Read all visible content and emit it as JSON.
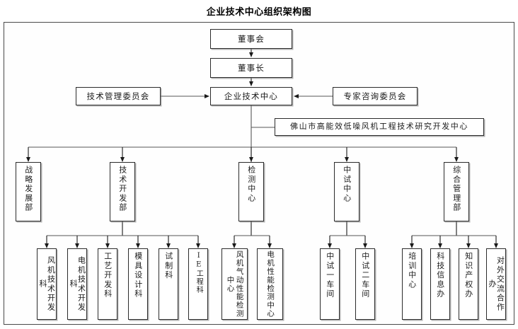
{
  "title": "企业技术中心组织架构图",
  "colors": {
    "node_border": "#2b2b2b",
    "node_fill": "#ffffff",
    "edge": "#555555",
    "frame": "#4a4a4a",
    "text": "#1a1a1a"
  },
  "chart_data": {
    "type": "diagram",
    "title": "企业技术中心组织架构图",
    "layout": "top-down organizational tree",
    "levels": 4,
    "nodes": [
      {
        "id": "board",
        "label": "董事会",
        "level": 0,
        "orientation": "horizontal"
      },
      {
        "id": "chairman",
        "label": "董事长",
        "level": 1,
        "orientation": "horizontal"
      },
      {
        "id": "center",
        "label": "企业技术中心",
        "level": 2,
        "orientation": "horizontal"
      },
      {
        "id": "tech_cmte",
        "label": "技术管理委员会",
        "level": 2,
        "orientation": "horizontal"
      },
      {
        "id": "expert_cmte",
        "label": "专家咨询委员会",
        "level": 2,
        "orientation": "horizontal"
      },
      {
        "id": "foshan_rd",
        "label": "佛山市高能效低噪风机工程技术研究开发中心",
        "level": 2,
        "orientation": "horizontal"
      },
      {
        "id": "strategy",
        "label": "战略发展部",
        "level": 3,
        "orientation": "vertical"
      },
      {
        "id": "rnd",
        "label": "技术开发部",
        "level": 3,
        "orientation": "vertical"
      },
      {
        "id": "testing",
        "label": "检测中心",
        "level": 3,
        "orientation": "vertical"
      },
      {
        "id": "pilot",
        "label": "中试中心",
        "level": 3,
        "orientation": "vertical"
      },
      {
        "id": "admin",
        "label": "综合管理部",
        "level": 3,
        "orientation": "vertical"
      },
      {
        "id": "fan_rd",
        "label": "风机技术开发科",
        "level": 4,
        "orientation": "vertical"
      },
      {
        "id": "motor_rd",
        "label": "电机技术开发科",
        "level": 4,
        "orientation": "vertical"
      },
      {
        "id": "process_rd",
        "label": "工艺开发科",
        "level": 4,
        "orientation": "vertical"
      },
      {
        "id": "mold_design",
        "label": "模具设计科",
        "level": 4,
        "orientation": "vertical"
      },
      {
        "id": "prototype",
        "label": "试制科",
        "level": 4,
        "orientation": "vertical"
      },
      {
        "id": "ie_eng",
        "label": "IE工程科",
        "level": 4,
        "orientation": "vertical"
      },
      {
        "id": "fan_aero",
        "label": "风机气动性能检测中心",
        "level": 4,
        "orientation": "vertical-2col"
      },
      {
        "id": "motor_perf",
        "label": "电机性能检测中心",
        "level": 4,
        "orientation": "vertical-2col"
      },
      {
        "id": "pilot_ws1",
        "label": "中试一车间",
        "level": 4,
        "orientation": "vertical"
      },
      {
        "id": "pilot_ws2",
        "label": "中试二车间",
        "level": 4,
        "orientation": "vertical"
      },
      {
        "id": "training",
        "label": "培训中心",
        "level": 4,
        "orientation": "vertical"
      },
      {
        "id": "sci_info",
        "label": "科技信息办",
        "level": 4,
        "orientation": "vertical"
      },
      {
        "id": "ip_office",
        "label": "知识产权办",
        "level": 4,
        "orientation": "vertical"
      },
      {
        "id": "external",
        "label": "对外交流合作办",
        "level": 4,
        "orientation": "vertical"
      }
    ],
    "edges": [
      {
        "from": "board",
        "to": "chairman",
        "style": "arrow-down"
      },
      {
        "from": "chairman",
        "to": "center",
        "style": "arrow-down"
      },
      {
        "from": "tech_cmte",
        "to": "center",
        "style": "arrow-right"
      },
      {
        "from": "expert_cmte",
        "to": "center",
        "style": "arrow-left"
      },
      {
        "from": "center",
        "to": "foshan_rd",
        "style": "line-stub"
      },
      {
        "from": "center",
        "to": "strategy",
        "style": "bus-arrow-down"
      },
      {
        "from": "center",
        "to": "rnd",
        "style": "bus-arrow-down"
      },
      {
        "from": "center",
        "to": "testing",
        "style": "bus-arrow-down"
      },
      {
        "from": "center",
        "to": "pilot",
        "style": "bus-arrow-down"
      },
      {
        "from": "center",
        "to": "admin",
        "style": "bus-arrow-down"
      },
      {
        "from": "rnd",
        "to": "fan_rd",
        "style": "bus-arrow-down"
      },
      {
        "from": "rnd",
        "to": "motor_rd",
        "style": "bus-arrow-down"
      },
      {
        "from": "rnd",
        "to": "process_rd",
        "style": "bus-arrow-down"
      },
      {
        "from": "rnd",
        "to": "mold_design",
        "style": "bus-arrow-down"
      },
      {
        "from": "rnd",
        "to": "prototype",
        "style": "bus-arrow-down"
      },
      {
        "from": "rnd",
        "to": "ie_eng",
        "style": "bus-arrow-down"
      },
      {
        "from": "testing",
        "to": "fan_aero",
        "style": "bus-arrow-down"
      },
      {
        "from": "testing",
        "to": "motor_perf",
        "style": "bus-arrow-down"
      },
      {
        "from": "pilot",
        "to": "pilot_ws1",
        "style": "bus-arrow-down"
      },
      {
        "from": "pilot",
        "to": "pilot_ws2",
        "style": "bus-arrow-down"
      },
      {
        "from": "admin",
        "to": "training",
        "style": "bus-arrow-down"
      },
      {
        "from": "admin",
        "to": "sci_info",
        "style": "bus-arrow-down"
      },
      {
        "from": "admin",
        "to": "ip_office",
        "style": "bus-arrow-down"
      },
      {
        "from": "admin",
        "to": "external",
        "style": "bus-arrow-down"
      }
    ]
  }
}
